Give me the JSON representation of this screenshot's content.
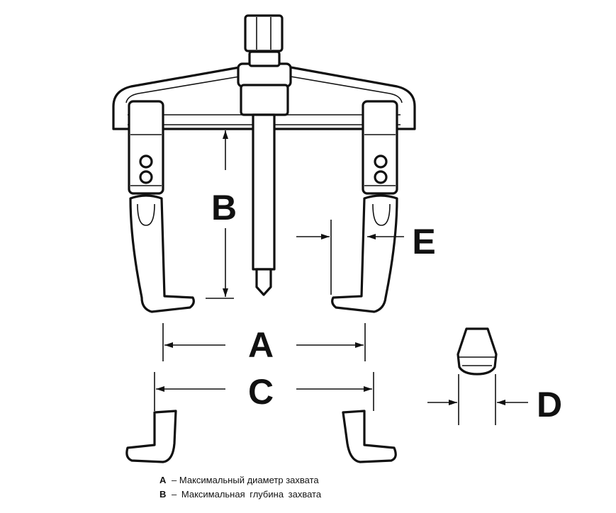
{
  "labels": {
    "a": "A",
    "b": "B",
    "c": "C",
    "d": "D",
    "e": "E"
  },
  "legend": [
    {
      "key": "A",
      "text": "– Максимальный диаметр захвата"
    },
    {
      "key": "B",
      "text": "– Максимальная глубина захвата"
    }
  ],
  "colors": {
    "line": "#111111",
    "background": "#ffffff"
  }
}
